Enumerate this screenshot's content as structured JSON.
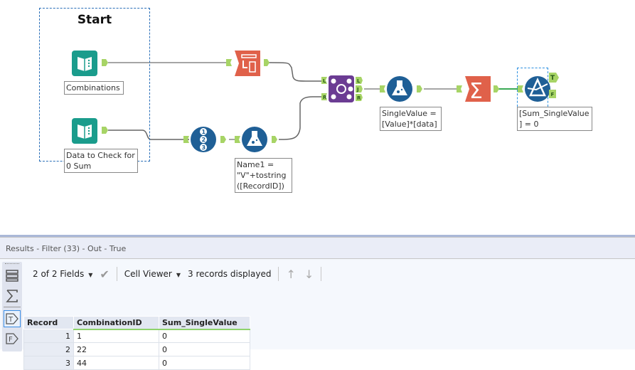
{
  "canvas": {
    "container": {
      "title": "Start"
    },
    "tools": [
      {
        "id": "input-combinations",
        "type": "input-data",
        "annotation": "Combinations"
      },
      {
        "id": "input-data-check",
        "type": "input-data",
        "annotation": "Data to Check for\n0 Sum"
      },
      {
        "id": "crosstab",
        "type": "crosstab",
        "annotation": ""
      },
      {
        "id": "record-id",
        "type": "record-id",
        "annotation": ""
      },
      {
        "id": "formula-name",
        "type": "formula",
        "annotation": "Name1 =\n\"V\"+tostring\n([RecordID])"
      },
      {
        "id": "join",
        "type": "join",
        "annotation": "",
        "inputs": [
          "L",
          "R"
        ],
        "outputs": [
          "L",
          "J",
          "R"
        ]
      },
      {
        "id": "formula-single",
        "type": "formula",
        "annotation": "SingleValue =\n[Value]*[data]"
      },
      {
        "id": "summarize",
        "type": "summarize",
        "annotation": ""
      },
      {
        "id": "filter",
        "type": "filter",
        "annotation": "[Sum_SingleValue\n] = 0",
        "outputs": [
          "T",
          "F"
        ]
      }
    ],
    "colors": {
      "input": "#1a9c8c",
      "orange": "#e0614a",
      "blue": "#1f5f96",
      "purple": "#6b3c93",
      "anchor": "#a7d466"
    }
  },
  "results": {
    "title": "Results - Filter (33) - Out - True",
    "toolbar": {
      "fields": "2 of 2 Fields",
      "viewer": "Cell Viewer",
      "records": "3 records displayed"
    },
    "side_tabs": [
      {
        "name": "list-icon"
      },
      {
        "name": "sigma-icon"
      },
      {
        "name": "true-anchor-icon",
        "label": "T",
        "active": true
      },
      {
        "name": "false-anchor-icon",
        "label": "F"
      }
    ],
    "table": {
      "columns": [
        "Record",
        "CombinationID",
        "Sum_SingleValue"
      ],
      "rows": [
        [
          "1",
          "1",
          "0"
        ],
        [
          "2",
          "22",
          "0"
        ],
        [
          "3",
          "44",
          "0"
        ]
      ]
    }
  }
}
